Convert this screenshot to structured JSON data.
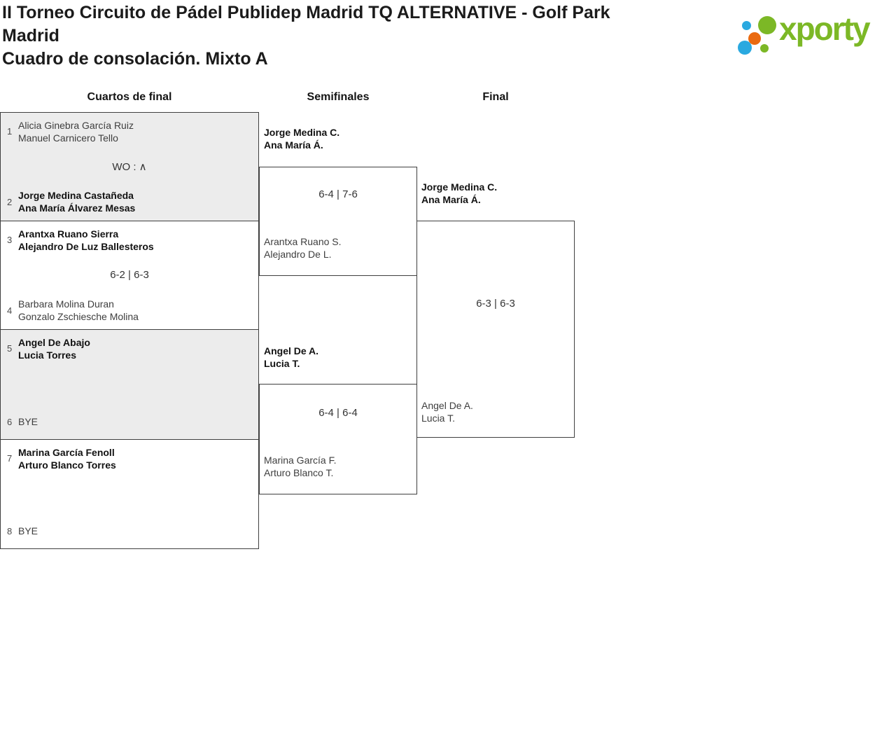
{
  "header": {
    "title": "II Torneo Circuito de Pádel Publidep Madrid TQ ALTERNATIVE - Golf Park Madrid",
    "subtitle": "Cuadro de consolación. Mixto A"
  },
  "logo": {
    "wordmark": "xporty",
    "green": "#7cb826",
    "blue": "#2aa9e0",
    "orange": "#ea6a10"
  },
  "rounds": [
    "Cuartos de final",
    "Semifinales",
    "Final"
  ],
  "quarterfinals": [
    {
      "seed_top": "1",
      "team_top": [
        "Alicia Ginebra García Ruiz",
        "Manuel Carnicero Tello"
      ],
      "score": "WO : ∧",
      "seed_bottom": "2",
      "team_bottom": [
        "Jorge Medina Castañeda",
        "Ana María Álvarez Mesas"
      ]
    },
    {
      "seed_top": "3",
      "team_top": [
        "Arantxa Ruano Sierra",
        "Alejandro De Luz Ballesteros"
      ],
      "score": "6-2 | 6-3",
      "seed_bottom": "4",
      "team_bottom": [
        "Barbara Molina Duran",
        "Gonzalo Zschiesche Molina"
      ]
    },
    {
      "seed_top": "5",
      "team_top": [
        "Angel De Abajo",
        "Lucia Torres"
      ],
      "seed_bottom": "6",
      "team_bottom": [
        "BYE"
      ]
    },
    {
      "seed_top": "7",
      "team_top": [
        "Marina García Fenoll",
        "Arturo Blanco Torres"
      ],
      "seed_bottom": "8",
      "team_bottom": [
        "BYE"
      ]
    }
  ],
  "semifinals": [
    {
      "winner": [
        "Jorge Medina C.",
        "Ana María Á."
      ],
      "score": "6-4 | 7-6",
      "loser": [
        "Arantxa Ruano S.",
        "Alejandro De L."
      ]
    },
    {
      "winner": [
        "Angel De A.",
        "Lucia T."
      ],
      "score": "6-4 | 6-4",
      "loser": [
        "Marina García F.",
        "Arturo Blanco T."
      ]
    }
  ],
  "final": {
    "winner": [
      "Jorge Medina C.",
      "Ana María Á."
    ],
    "score": "6-3 | 6-3",
    "loser": [
      "Angel De A.",
      "Lucia T."
    ]
  }
}
